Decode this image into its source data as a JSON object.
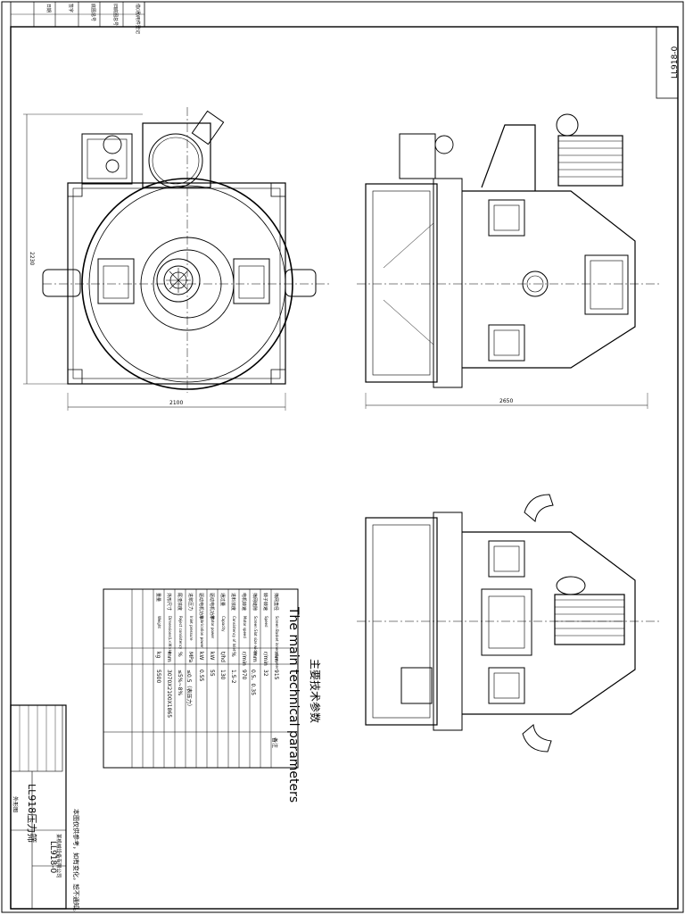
{
  "drawing_number": "LL918-0",
  "views": {
    "left_view": {
      "height_dim": "2230",
      "width_dim": "2100"
    },
    "right_view": {
      "width_dim": "2650"
    }
  },
  "params_table": {
    "title_en": "The main technical parameters",
    "title_cn": "主要技术参数",
    "rows": [
      {
        "label": "筛网直径",
        "label_en": "Screen Basket inner diameter",
        "unit": "mm",
        "value": "915",
        "note": "备注"
      },
      {
        "label": "转子转速",
        "label_en": "Speed",
        "unit": "r/min",
        "value": "32",
        "note": ""
      },
      {
        "label": "筛网缝隙",
        "label_en": "Screen Slot size width",
        "unit": "mm",
        "value": "0.5、0.35",
        "note": ""
      },
      {
        "label": "电机转速",
        "label_en": "Motor speed",
        "unit": "r/min",
        "value": "970",
        "note": ""
      },
      {
        "label": "进料浓度",
        "label_en": "Consistency of Inlet",
        "unit": "%",
        "value": "1.5-2",
        "note": ""
      },
      {
        "label": "通过量",
        "label_en": "Capacity",
        "unit": "t/hd",
        "value": "130",
        "note": ""
      },
      {
        "label": "驱动电机功率",
        "label_en": "Motor power",
        "unit": "kW",
        "value": "55",
        "note": ""
      },
      {
        "label": "驱动电机功率",
        "label_en": "Lubrication power",
        "unit": "kW",
        "value": "0.55",
        "note": ""
      },
      {
        "label": "进浆压力",
        "label_en": "Inlet pressure",
        "unit": "MPa",
        "value": "≤0.5（表压力）",
        "note": ""
      },
      {
        "label": "尾渣浓度",
        "label_en": "Reject consistency",
        "unit": "%",
        "value": "≤5%~8%",
        "note": ""
      },
      {
        "label": "外形尺寸",
        "label_en": "Dimensions(L×W×H)",
        "unit": "mm",
        "value": "3070X2100X1865",
        "note": ""
      },
      {
        "label": "重量",
        "label_en": "Weight",
        "unit": "kg",
        "value": "5500",
        "note": ""
      }
    ]
  },
  "title_block": {
    "product_name": "LL918压力筛",
    "drawing_type": "外形图",
    "drawing_number": "LL918-0",
    "company": "某机械设备有限公司",
    "notes": "本图仅供参考，如有变化，恕不通知。"
  },
  "strip_labels": [
    "借(通)用件登记",
    "旧底图总号",
    "底图总号",
    "签字",
    "日期"
  ]
}
